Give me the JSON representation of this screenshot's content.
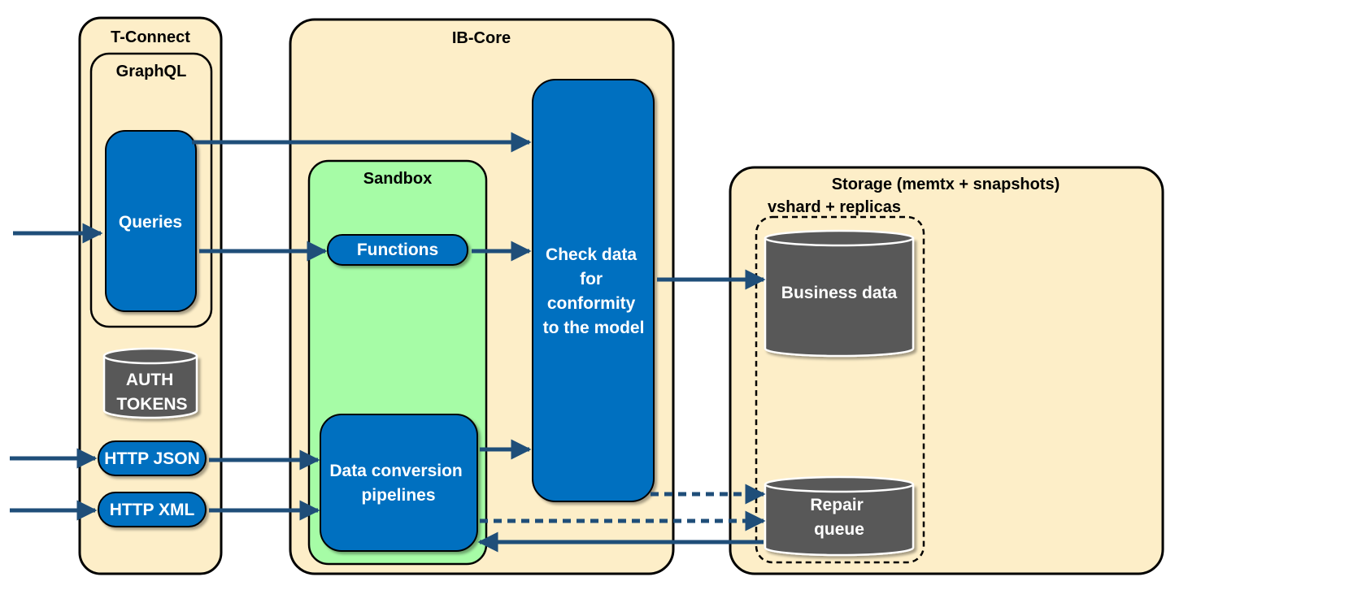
{
  "colors": {
    "container_fill": "#fdeec8",
    "sandbox_fill": "#a6fca6",
    "process_fill": "#0070c0",
    "database_fill": "#595959",
    "arrow": "#1f4e79"
  },
  "containers": {
    "t_connect": "T-Connect",
    "graphql": "GraphQL",
    "ib_core": "IB-Core",
    "sandbox": "Sandbox",
    "storage": "Storage (memtx + snapshots)",
    "vshard": "vshard + replicas"
  },
  "processes": {
    "queries": "Queries",
    "functions": "Functions",
    "http_json": "HTTP JSON",
    "http_xml": "HTTP XML",
    "check_data": [
      "Check data",
      "for",
      "conformity",
      "to the model"
    ],
    "data_conversion": [
      "Data conversion",
      "pipelines"
    ]
  },
  "databases": {
    "auth_tokens": [
      "AUTH",
      "TOKENS"
    ],
    "business_data": [
      "Business data"
    ],
    "repair_queue": [
      "Repair",
      "queue"
    ]
  }
}
